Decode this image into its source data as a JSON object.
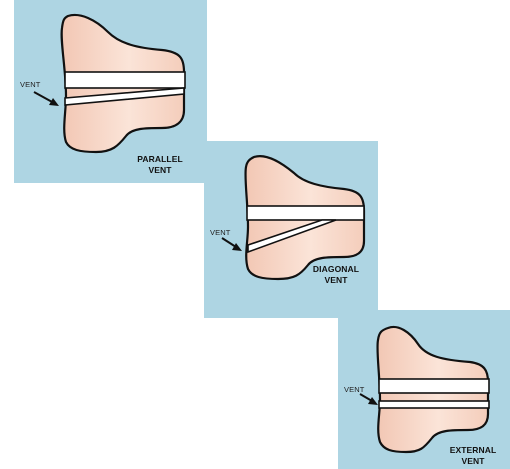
{
  "diagram": {
    "panels": [
      {
        "id": "parallel",
        "vent_label": "VENT",
        "caption_line1": "PARALLEL",
        "caption_line2": "VENT"
      },
      {
        "id": "diagonal",
        "vent_label": "VENT",
        "caption_line1": "DIAGONAL",
        "caption_line2": "VENT"
      },
      {
        "id": "external",
        "vent_label": "VENT",
        "caption_line1": "EXTERNAL",
        "caption_line2": "VENT"
      }
    ],
    "colors": {
      "panel_background": "#aed5e3",
      "tooth_fill": "#f6d3c2",
      "tooth_outline": "#111111",
      "slot_fill": "#ffffff"
    }
  }
}
